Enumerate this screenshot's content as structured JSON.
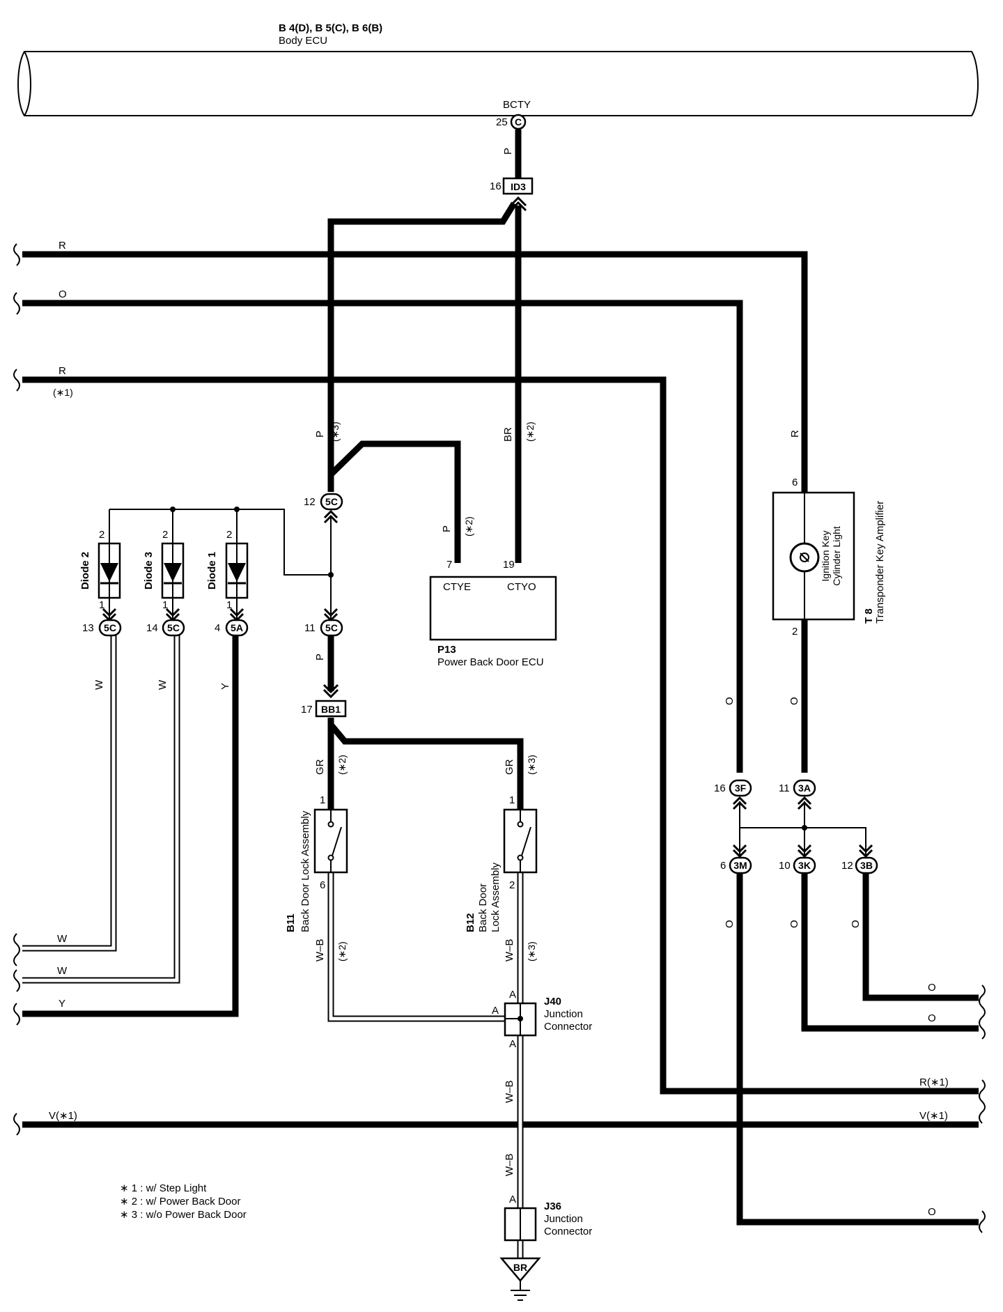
{
  "body_ecu": {
    "connectors": "B 4(D), B 5(C), B 6(B)",
    "name": "Body ECU",
    "terminal": "BCTY",
    "pin": "25",
    "conn": "C"
  },
  "wires": {
    "p": "P",
    "br": "BR",
    "gr": "GR",
    "wb": "W–B",
    "w": "W",
    "y": "Y",
    "r": "R",
    "o": "O",
    "r_n1": "R(∗1)",
    "v_n1": "V(∗1)"
  },
  "notes": {
    "n1": "(∗1)",
    "n2": "(∗2)",
    "n3": "(∗3)"
  },
  "connectors": {
    "id3": {
      "label": "ID3",
      "pin": "16"
    },
    "c12_5c": {
      "label": "5C",
      "pin": "12"
    },
    "c11_5c": {
      "label": "5C",
      "pin": "11"
    },
    "c13_5c": {
      "label": "5C",
      "pin": "13"
    },
    "c14_5c": {
      "label": "5C",
      "pin": "14"
    },
    "c4_5a": {
      "label": "5A",
      "pin": "4"
    },
    "bb1": {
      "label": "BB1",
      "pin": "17"
    },
    "c3f": {
      "label": "3F",
      "pin": "16"
    },
    "c3a": {
      "label": "3A",
      "pin": "11"
    },
    "c3m": {
      "label": "3M",
      "pin": "6"
    },
    "c3k": {
      "label": "3K",
      "pin": "10"
    },
    "c3b": {
      "label": "3B",
      "pin": "12"
    }
  },
  "diodes": [
    {
      "name": "Diode 2",
      "pin_top": "2",
      "pin_bottom": "1"
    },
    {
      "name": "Diode 3",
      "pin_top": "2",
      "pin_bottom": "1"
    },
    {
      "name": "Diode 1",
      "pin_top": "2",
      "pin_bottom": "1"
    }
  ],
  "p13": {
    "id": "P13",
    "name": "Power Back Door ECU",
    "ctye": "CTYE",
    "ctyo": "CTYO",
    "pin_ctye": "7",
    "pin_ctyo": "19"
  },
  "t8": {
    "id": "T 8",
    "name": "Transponder Key Amplifier",
    "light_line1": "Ignition Key",
    "light_line2": "Cylinder Light",
    "pin_top": "6",
    "pin_bottom": "2"
  },
  "b11": {
    "id": "B11",
    "name": "Back Door Lock Assembly",
    "pin_top": "1",
    "pin_bottom": "6"
  },
  "b12": {
    "id": "B12",
    "name_line1": "Back Door",
    "name_line2": "Lock Assembly",
    "pin_top": "1",
    "pin_bottom": "2"
  },
  "j40": {
    "id": "J40",
    "name_line1": "Junction",
    "name_line2": "Connector",
    "pin": "A"
  },
  "j36": {
    "id": "J36",
    "name_line1": "Junction",
    "name_line2": "Connector",
    "pin": "A",
    "ground": "BR"
  },
  "legend": [
    "∗ 1 : w/ Step Light",
    "∗ 2 : w/ Power Back Door",
    "∗ 3 : w/o Power Back Door"
  ]
}
